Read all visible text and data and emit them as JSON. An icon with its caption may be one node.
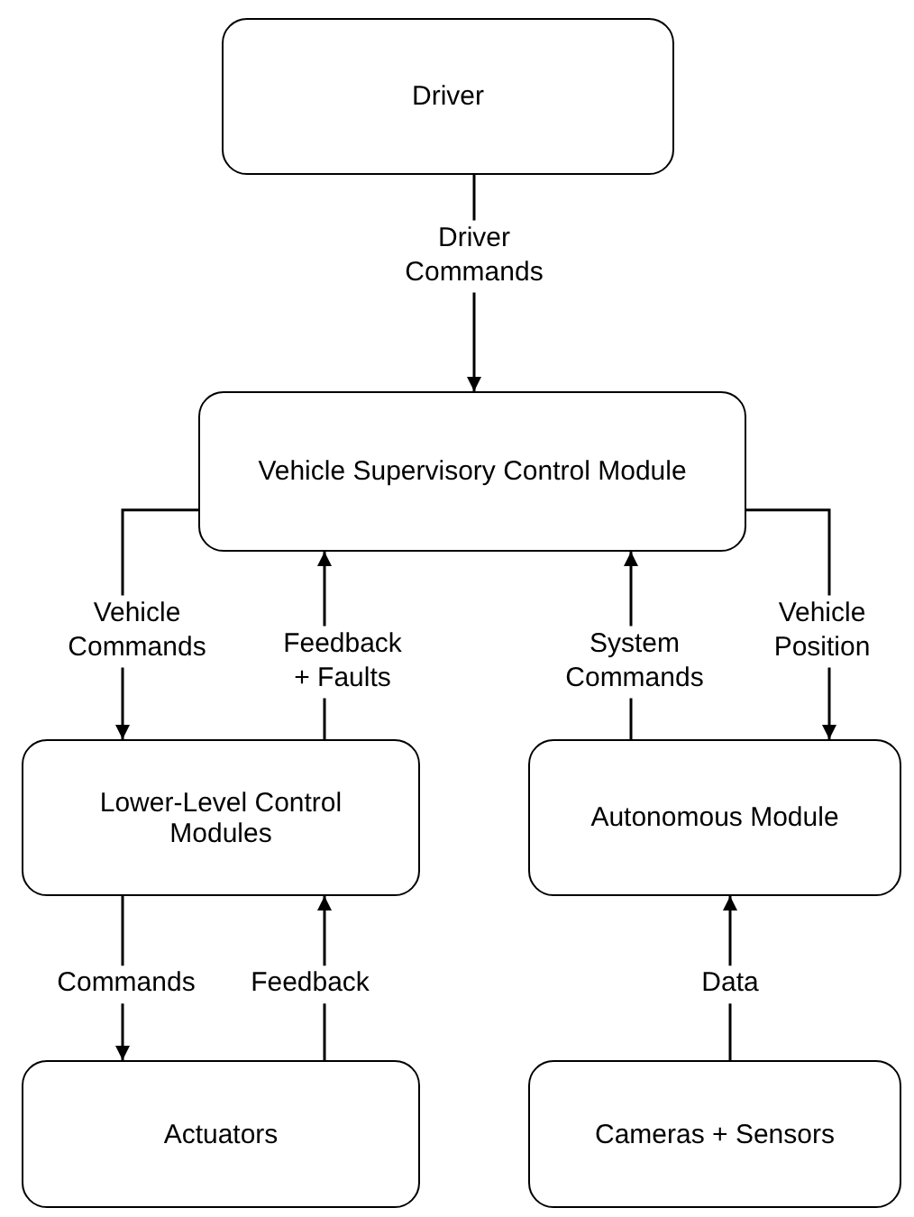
{
  "diagram": {
    "nodes": [
      {
        "text": [
          "Driver"
        ]
      },
      {
        "text": [
          "Vehicle Supervisory Control Module"
        ]
      },
      {
        "text": [
          "Lower-Level Control Modules"
        ]
      },
      {
        "text": [
          "Autonomous Module"
        ]
      },
      {
        "text": [
          "Actuators"
        ]
      },
      {
        "text": [
          "Cameras + Sensors"
        ]
      }
    ],
    "edges": [
      {
        "from": 0,
        "to": 1,
        "arrow": "to",
        "label": "Driver Commands"
      },
      {
        "from": 1,
        "to": 2,
        "arrow": "to",
        "label": "Vehicle Commands"
      },
      {
        "from": 2,
        "to": 1,
        "arrow": "to",
        "label": "Feedback + Faults"
      },
      {
        "from": 3,
        "to": 1,
        "arrow": "to",
        "label": "System Commands"
      },
      {
        "from": 1,
        "to": 3,
        "arrow": "to",
        "label": "Vehicle Position"
      },
      {
        "from": 2,
        "to": 4,
        "arrow": "to",
        "label": "Commands"
      },
      {
        "from": 4,
        "to": 2,
        "arrow": "to",
        "label": "Feedback"
      },
      {
        "from": 5,
        "to": 3,
        "arrow": "to",
        "label": "Data"
      }
    ]
  }
}
